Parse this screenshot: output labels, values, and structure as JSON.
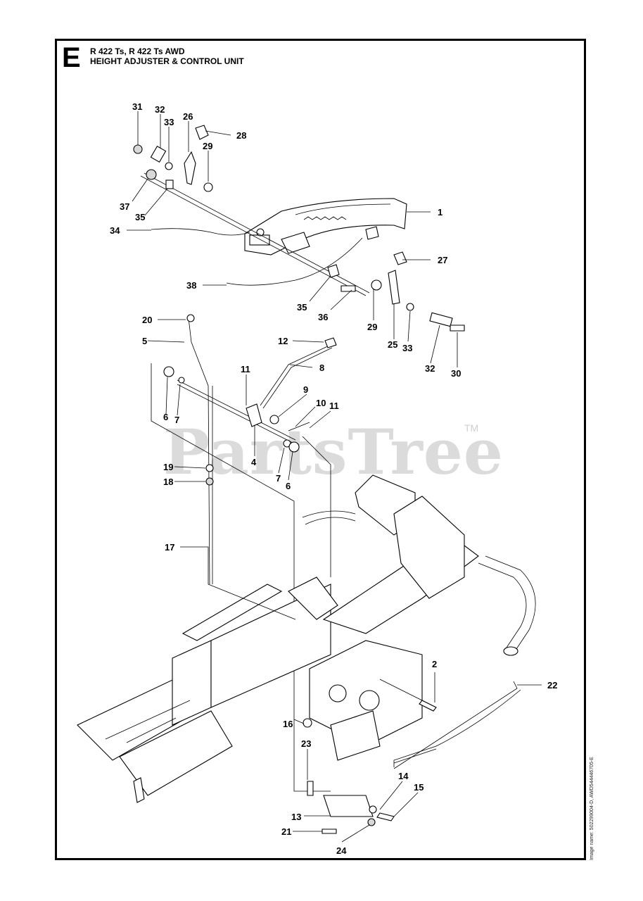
{
  "header": {
    "section_letter": "E",
    "model_line": "R 422 Ts, R 422 Ts AWD",
    "title": "HEIGHT ADJUSTER & CONTROL UNIT"
  },
  "watermark": {
    "text": "PartsTree",
    "tm": "TM"
  },
  "image_name": "Image name: 502299004-D, AWD544446705-E",
  "callouts": [
    "31",
    "32",
    "33",
    "26",
    "28",
    "29",
    "37",
    "35",
    "34",
    "1",
    "27",
    "38",
    "35",
    "36",
    "29",
    "25",
    "33",
    "32",
    "30",
    "20",
    "5",
    "12",
    "11",
    "8",
    "9",
    "10",
    "11",
    "6",
    "7",
    "4",
    "7",
    "6",
    "19",
    "18",
    "17",
    "2",
    "22",
    "16",
    "23",
    "14",
    "15",
    "13",
    "21",
    "24"
  ]
}
